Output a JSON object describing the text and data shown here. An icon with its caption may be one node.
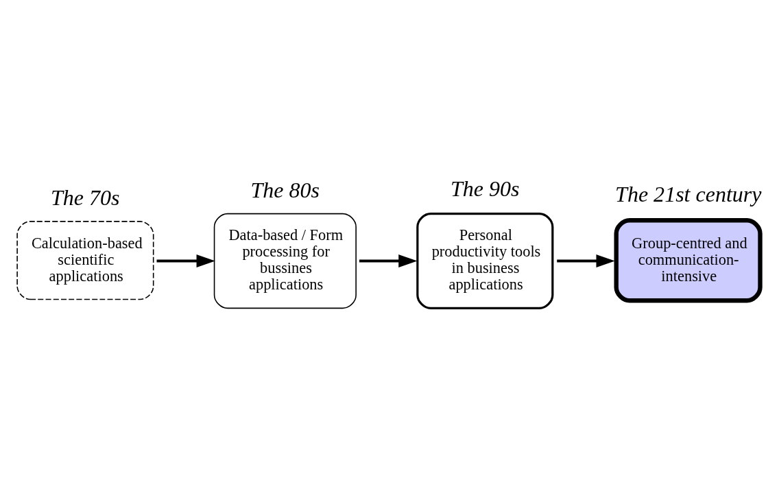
{
  "diagram": {
    "nodes": [
      {
        "text": [
          "The 70s",
          "Calculation-based scientific applications"
        ]
      },
      {
        "text": [
          "The 80s",
          "Data-based / Form processing for bussines applications"
        ]
      },
      {
        "text": [
          "The 90s",
          "Personal productivity tools in business applications"
        ]
      },
      {
        "text": [
          "The 21st century",
          "Group-centred and communication-intensive"
        ]
      }
    ],
    "edges": [
      {
        "from": 0,
        "to": 1,
        "arrow": "to"
      },
      {
        "from": 1,
        "to": 2,
        "arrow": "to"
      },
      {
        "from": 2,
        "to": 3,
        "arrow": "to"
      }
    ]
  }
}
